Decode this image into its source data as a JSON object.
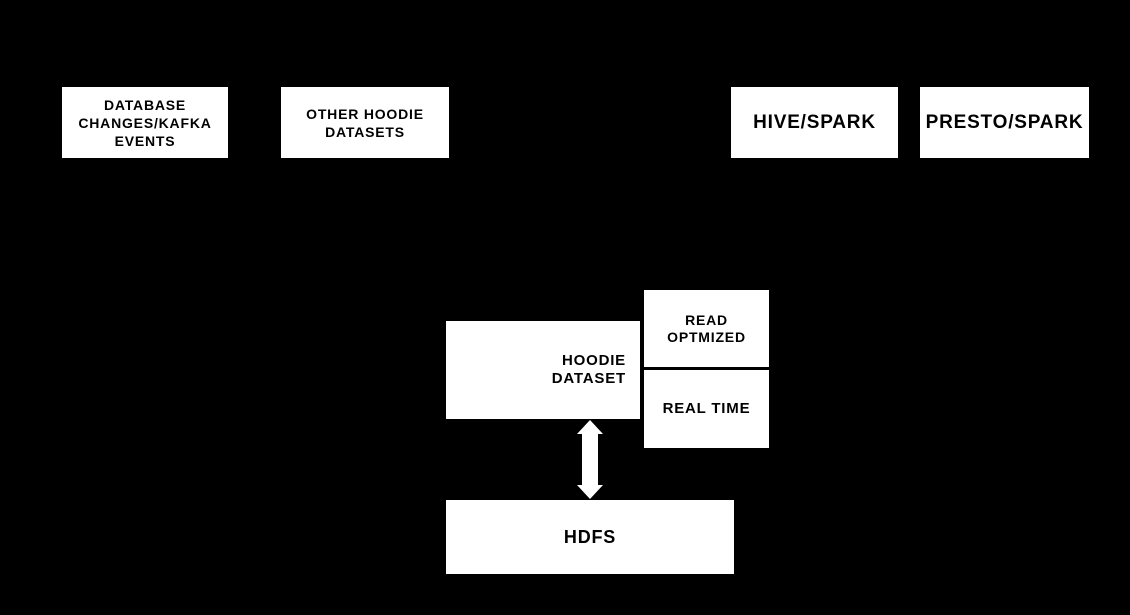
{
  "diagram": {
    "background_color": "#000000",
    "box_fill_color": "#ffffff",
    "box_text_color": "#000000",
    "connector_color": "#ffffff",
    "nodes": [
      {
        "id": "database-changes-kafka-events",
        "label": "DATABASE CHANGES/KAFKA EVENTS",
        "lines": {
          "l1": "DATABASE",
          "l2": "CHANGES/KAFKA",
          "l3": "EVENTS"
        }
      },
      {
        "id": "other-hoodie-datasets",
        "label": "OTHER HOODIE DATASETS",
        "lines": {
          "l1": "OTHER HOODIE",
          "l2": "DATASETS"
        }
      },
      {
        "id": "hive-spark",
        "label": "HIVE/SPARK",
        "lines": {
          "l1": "HIVE/SPARK"
        }
      },
      {
        "id": "presto-spark",
        "label": "PRESTO/SPARK",
        "lines": {
          "l1": "PRESTO/SPARK"
        }
      },
      {
        "id": "hoodie-dataset",
        "label": "HOODIE DATASET",
        "lines": {
          "l1": "HOODIE",
          "l2": "DATASET"
        }
      },
      {
        "id": "read-optimized-view",
        "label": "READ OPTMIZED",
        "lines": {
          "l1": "READ",
          "l2": "OPTMIZED"
        }
      },
      {
        "id": "real-time-view",
        "label": "REAL TIME",
        "lines": {
          "l1": "REAL TIME"
        }
      },
      {
        "id": "hdfs",
        "label": "HDFS",
        "lines": {
          "l1": "HDFS"
        }
      }
    ],
    "connectors": [
      {
        "id": "hoodie-hdfs-link",
        "type": "double-headed-vertical-arrow",
        "from": "hoodie-dataset",
        "to": "hdfs"
      }
    ]
  }
}
